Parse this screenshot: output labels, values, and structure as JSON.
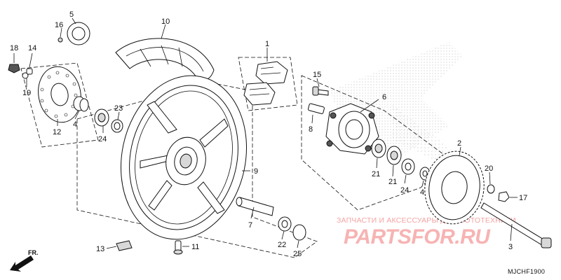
{
  "diagram": {
    "code": "MJCHF1900",
    "direction_label": "FR.",
    "watermark": {
      "line1": "ЗАПЧАСТИ И АКСЕССУАРЫ ДЛЯ МОТОТЕХНИКИ",
      "line2": "PARTSFOR.RU"
    },
    "callouts": {
      "c1": "1",
      "c2": "2",
      "c3": "3",
      "c4a": "4",
      "c4b": "4",
      "c5": "5",
      "c6": "6",
      "c7": "7",
      "c8": "8",
      "c9": "9",
      "c10": "10",
      "c11": "11",
      "c12": "12",
      "c13": "13",
      "c14": "14",
      "c15": "15",
      "c16": "16",
      "c17": "17",
      "c18": "18",
      "c19": "19",
      "c20": "20",
      "c21a": "21",
      "c21b": "21",
      "c22": "22",
      "c23": "23",
      "c24a": "24",
      "c24b": "24",
      "c25": "25"
    }
  },
  "colors": {
    "line": "#111111",
    "watermark": "#f4a3a3",
    "hatch": "#c8c8c8"
  }
}
